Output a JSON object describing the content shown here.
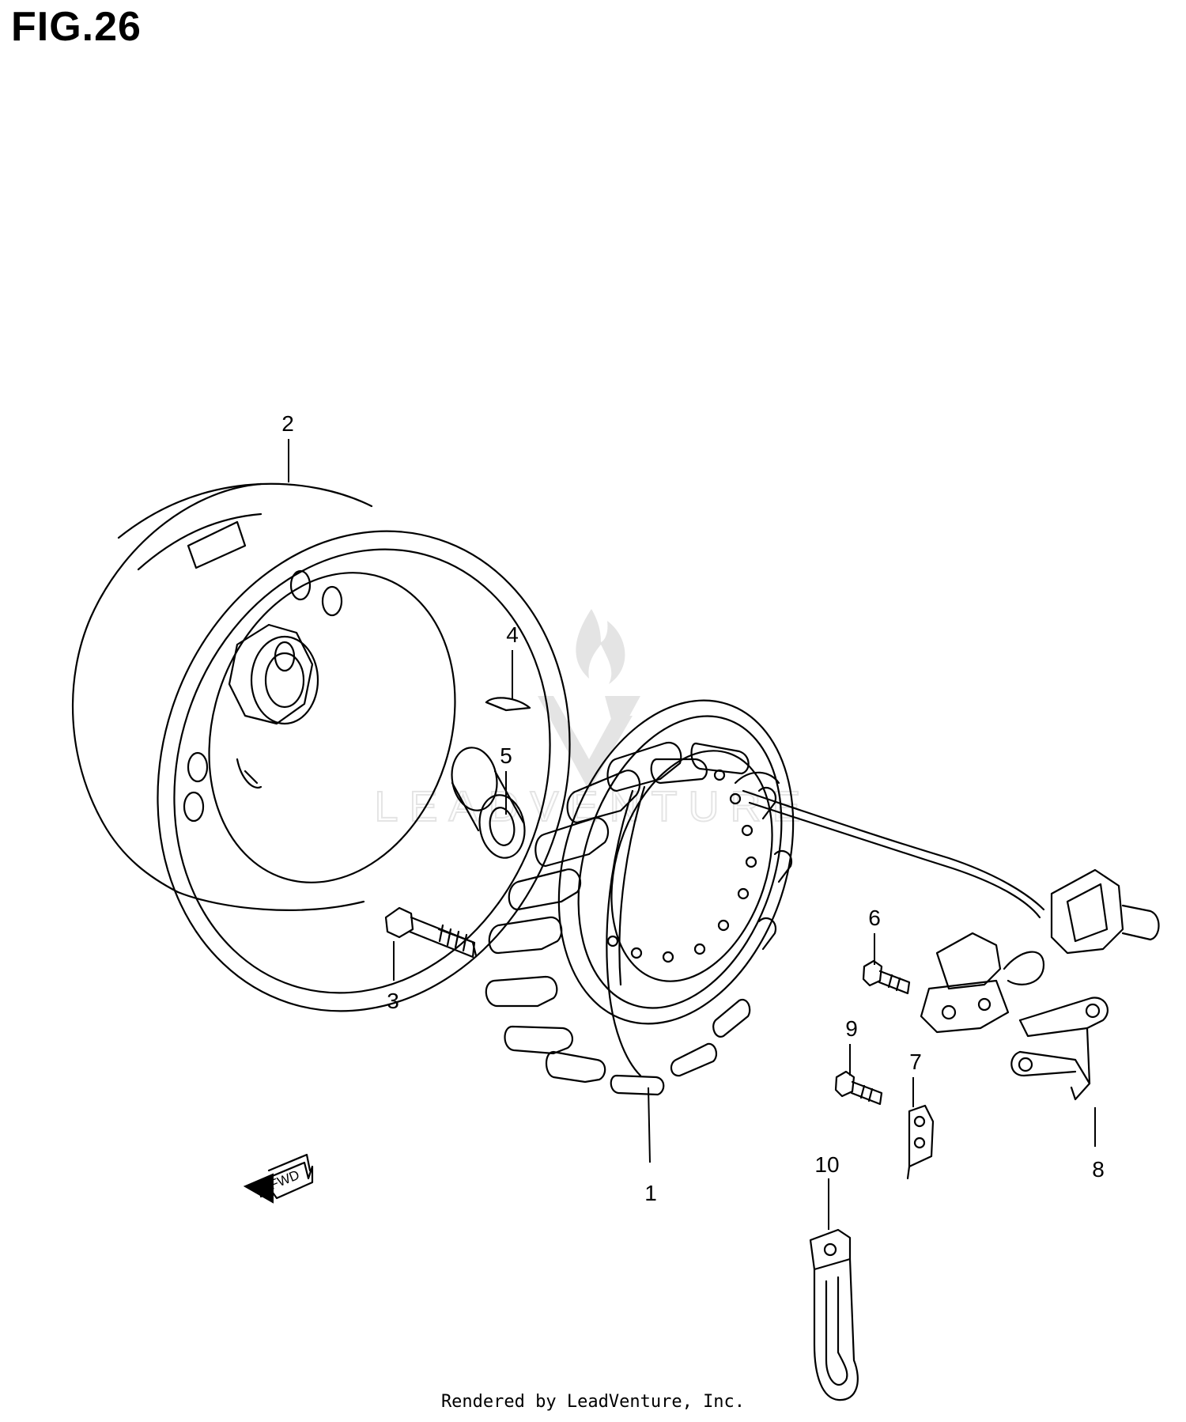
{
  "figure": {
    "title": "FIG.26"
  },
  "callouts": [
    {
      "id": "1",
      "label": "1"
    },
    {
      "id": "2",
      "label": "2"
    },
    {
      "id": "3",
      "label": "3"
    },
    {
      "id": "4",
      "label": "4"
    },
    {
      "id": "5",
      "label": "5"
    },
    {
      "id": "6",
      "label": "6"
    },
    {
      "id": "7",
      "label": "7"
    },
    {
      "id": "8",
      "label": "8"
    },
    {
      "id": "9",
      "label": "9"
    },
    {
      "id": "10",
      "label": "10"
    }
  ],
  "direction_marker": {
    "label": "FWD",
    "icon": "forward-arrow-icon"
  },
  "watermark": {
    "text": "LEADVENTURE",
    "icon": "leadventure-flame-logo"
  },
  "footer": {
    "text": "Rendered by LeadVenture, Inc."
  }
}
